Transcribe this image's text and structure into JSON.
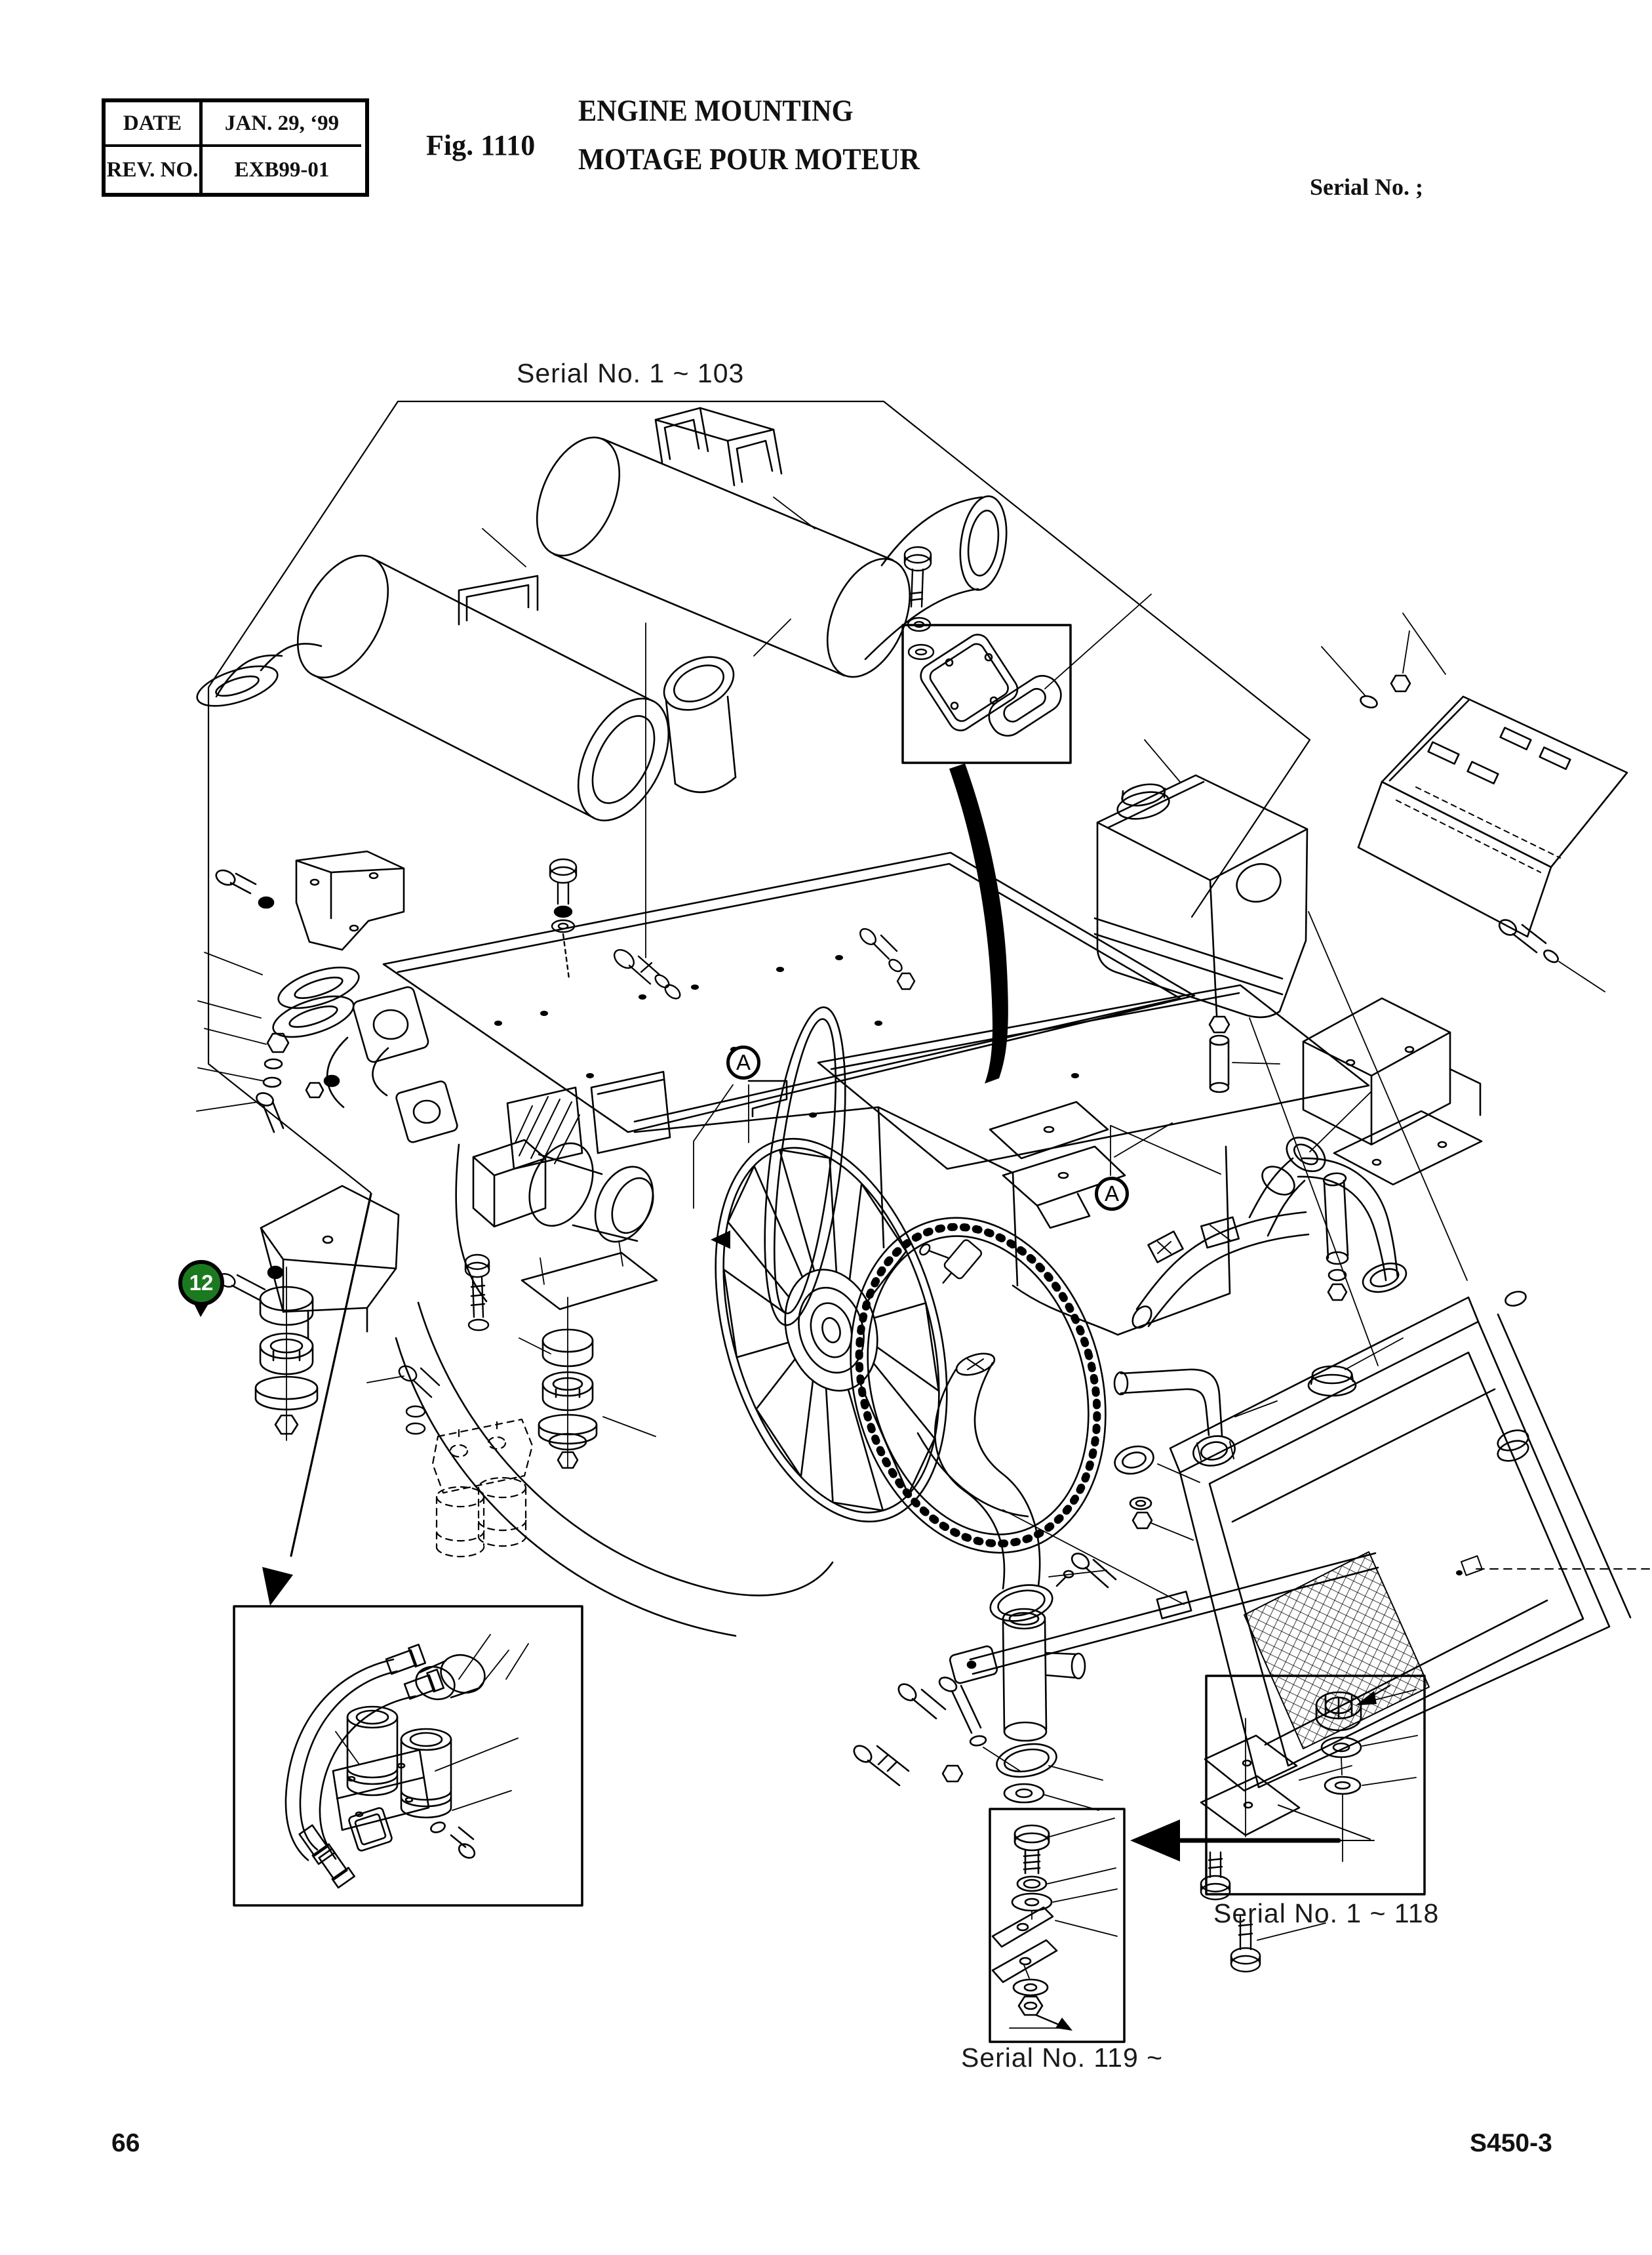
{
  "page": {
    "background": "#ffffff",
    "ink": "#000000"
  },
  "header": {
    "revision_table": {
      "rows": [
        {
          "label": "DATE",
          "value": "JAN. 29, ‘99"
        },
        {
          "label": "REV. NO.",
          "value": "EXB99-01"
        }
      ]
    },
    "figure_label": "Fig. 1110",
    "title_en": "ENGINE MOUNTING",
    "title_fr": "MOTAGE POUR MOTEUR",
    "serial_note": "Serial No. ;"
  },
  "diagram": {
    "serial_ranges": {
      "muffler_group": "Serial No. 1 ~ 103",
      "radiator_mount_group": "Serial No. 1 ~ 118",
      "late_mount_group": "Serial No. 119 ~"
    },
    "callouts": {
      "part_number_badge": {
        "number": "12",
        "fill": "#1b7a1f",
        "ring": "#000000",
        "text_color": "#ffffff"
      },
      "detail_view_a1": "A",
      "detail_view_a2": "A"
    }
  },
  "footer": {
    "page_number": "66",
    "doc_code": "S450-3"
  }
}
